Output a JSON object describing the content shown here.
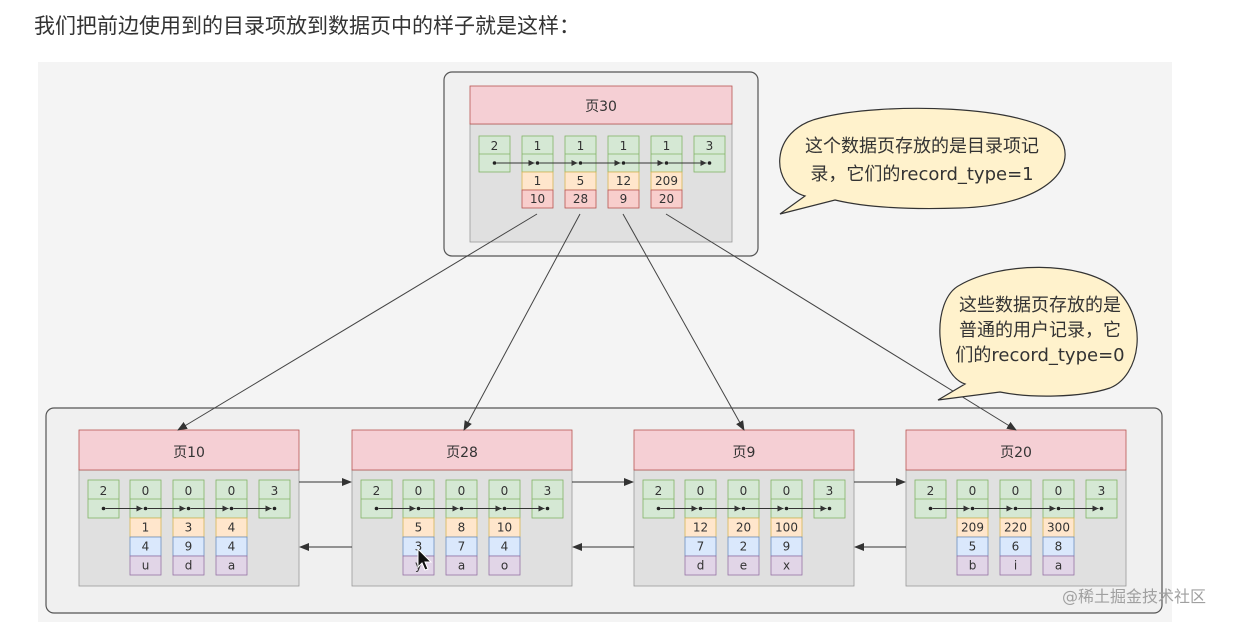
{
  "caption": "我们把前边使用到的目录项放到数据页中的样子就是这样：",
  "watermark": "@稀土掘金技术社区",
  "colors": {
    "page_header": "#f5cfd4",
    "page_body": "#e0e0e0",
    "slot": "#d5e8d4",
    "key": "#ffe6cc",
    "page_no": "#f8cecc",
    "col_c": "#dae8fc",
    "col_d": "#e1d5e7",
    "callout": "#fff2cc"
  },
  "root": {
    "label": "页30",
    "slots": [
      "2",
      "1",
      "1",
      "1",
      "1",
      "3"
    ],
    "records": [
      {
        "key": "1",
        "page": "10"
      },
      {
        "key": "5",
        "page": "28"
      },
      {
        "key": "12",
        "page": "9"
      },
      {
        "key": "209",
        "page": "20"
      }
    ]
  },
  "leaves": [
    {
      "label": "页10",
      "slots": [
        "2",
        "0",
        "0",
        "0",
        "3"
      ],
      "records": [
        {
          "c1": "1",
          "c2": "4",
          "c3": "u"
        },
        {
          "c1": "3",
          "c2": "9",
          "c3": "d"
        },
        {
          "c1": "4",
          "c2": "4",
          "c3": "a"
        }
      ]
    },
    {
      "label": "页28",
      "slots": [
        "2",
        "0",
        "0",
        "0",
        "3"
      ],
      "records": [
        {
          "c1": "5",
          "c2": "3",
          "c3": "y"
        },
        {
          "c1": "8",
          "c2": "7",
          "c3": "a"
        },
        {
          "c1": "10",
          "c2": "4",
          "c3": "o"
        }
      ]
    },
    {
      "label": "页9",
      "slots": [
        "2",
        "0",
        "0",
        "0",
        "3"
      ],
      "records": [
        {
          "c1": "12",
          "c2": "7",
          "c3": "d"
        },
        {
          "c1": "20",
          "c2": "2",
          "c3": "e"
        },
        {
          "c1": "100",
          "c2": "9",
          "c3": "x"
        }
      ]
    },
    {
      "label": "页20",
      "slots": [
        "2",
        "0",
        "0",
        "0",
        "3"
      ],
      "records": [
        {
          "c1": "209",
          "c2": "5",
          "c3": "b"
        },
        {
          "c1": "220",
          "c2": "6",
          "c3": "i"
        },
        {
          "c1": "300",
          "c2": "8",
          "c3": "a"
        }
      ]
    }
  ],
  "callouts": {
    "top": [
      "这个数据页存放的是目录项记",
      "录，它们的record_type=1"
    ],
    "bottom": [
      "这些数据页存放的是",
      "普通的用户记录，它",
      "们的record_type=0"
    ]
  }
}
